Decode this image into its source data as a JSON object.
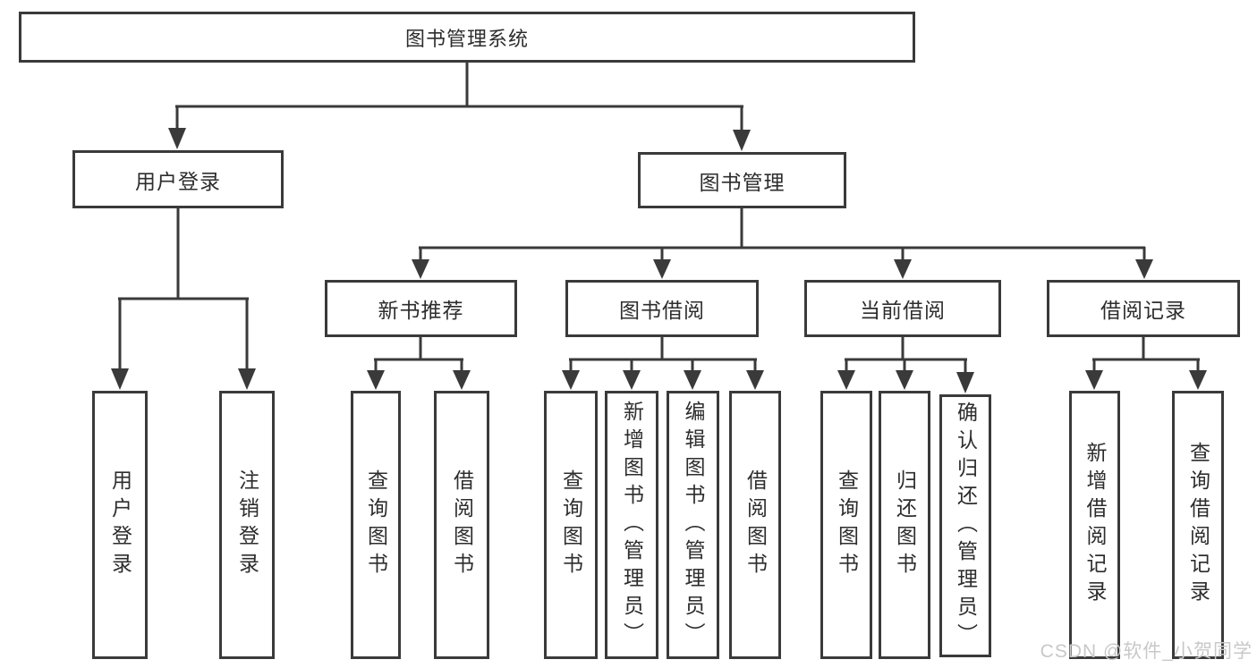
{
  "watermark": "CSDN @软件_小贺同学",
  "colors": {
    "line": "#3a3a3a",
    "text": "#2d2d2d",
    "node_background": "#ffffff",
    "watermark": "#c8c8c8",
    "background": "#ffffff"
  },
  "diagram": {
    "root": {
      "label": "图书管理系统"
    },
    "branches": [
      {
        "label": "用户登录",
        "children": [
          {
            "label": "用户登录"
          },
          {
            "label": "注销登录"
          }
        ]
      },
      {
        "label": "图书管理",
        "children": [
          {
            "label": "新书推荐",
            "children": [
              {
                "label": "查询图书"
              },
              {
                "label": "借阅图书"
              }
            ]
          },
          {
            "label": "图书借阅",
            "children": [
              {
                "label": "查询图书"
              },
              {
                "label": "新增图书（管理员）"
              },
              {
                "label": "编辑图书（管理员）"
              },
              {
                "label": "借阅图书"
              }
            ]
          },
          {
            "label": "当前借阅",
            "children": [
              {
                "label": "查询图书"
              },
              {
                "label": "归还图书"
              },
              {
                "label": "确认归还（管理员）"
              }
            ]
          },
          {
            "label": "借阅记录",
            "children": [
              {
                "label": "新增借阅记录"
              },
              {
                "label": "查询借阅记录"
              }
            ]
          }
        ]
      }
    ]
  }
}
